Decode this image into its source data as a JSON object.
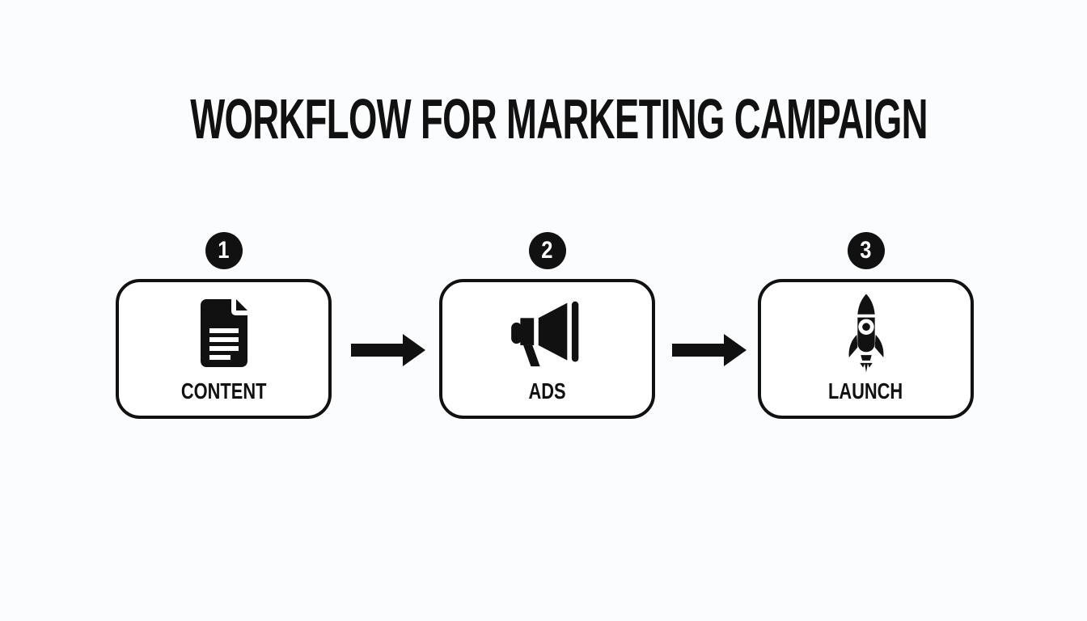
{
  "title": "WORKFLOW FOR MARKETING CAMPAIGN",
  "steps": [
    {
      "number": "1",
      "label": "CONTENT",
      "icon": "document-icon"
    },
    {
      "number": "2",
      "label": "ADS",
      "icon": "megaphone-icon"
    },
    {
      "number": "3",
      "label": "LAUNCH",
      "icon": "rocket-icon"
    }
  ],
  "connectors": [
    {
      "icon": "arrow-right-icon"
    },
    {
      "icon": "arrow-right-icon"
    }
  ],
  "colors": {
    "ink": "#111111",
    "background": "#fbfcfd",
    "box_background": "#ffffff",
    "badge_text": "#ffffff"
  }
}
